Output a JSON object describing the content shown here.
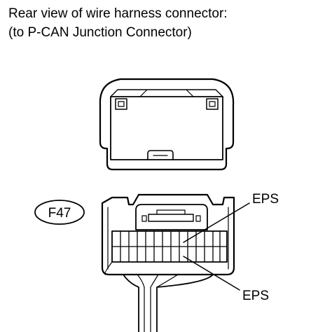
{
  "title": {
    "line1": "Rear view of wire harness connector:",
    "line2": "(to P-CAN Junction Connector)"
  },
  "connector_id": "F47",
  "callouts": {
    "upper": "EPS",
    "lower": "EPS"
  },
  "colors": {
    "line": "#000000",
    "background": "#ffffff"
  }
}
